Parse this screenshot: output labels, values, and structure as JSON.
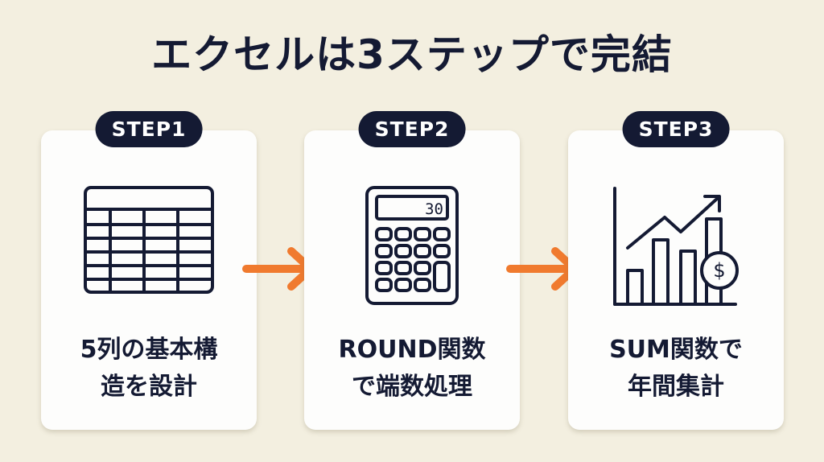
{
  "title": "エクセルは3ステップで完結",
  "accent_color": "#f07a2e",
  "steps": [
    {
      "badge": "STEP1",
      "icon": "spreadsheet-table-icon",
      "label_line1": "5列の基本構",
      "label_line2": "造を設計"
    },
    {
      "badge": "STEP2",
      "icon": "calculator-icon",
      "display_value": "30",
      "label_line1": "ROUND関数",
      "label_line2": "で端数処理"
    },
    {
      "badge": "STEP3",
      "icon": "growth-chart-dollar-icon",
      "label_line1": "SUM関数で",
      "label_line2": "年間集計"
    }
  ],
  "arrows": [
    "arrow-right-icon",
    "arrow-right-icon"
  ]
}
